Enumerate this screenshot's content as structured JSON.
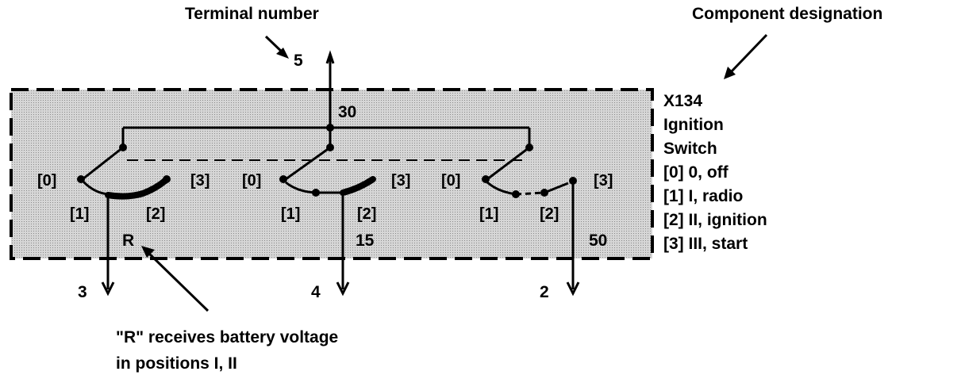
{
  "annotations": {
    "terminal_number": "Terminal number",
    "component_designation": "Component designation",
    "r_note_line1": "\"R\" receives battery voltage",
    "r_note_line2": "in positions I, II"
  },
  "component": {
    "id": "X134",
    "name_line1": "Ignition",
    "name_line2": "Switch"
  },
  "legend": [
    "[0] 0, off",
    "[1] I, radio",
    "[2] II, ignition",
    "[3] III, start"
  ],
  "terminals": {
    "top_pin": "5",
    "top_terminal": "30",
    "pin_3": "3",
    "pin_4": "4",
    "pin_2": "2",
    "terminal_r": "R",
    "terminal_15": "15",
    "terminal_50": "50"
  },
  "positions": {
    "p0": "[0]",
    "p1": "[1]",
    "p2": "[2]",
    "p3": "[3]"
  },
  "colors": {
    "box_fill": "#c9c9c9",
    "ink": "#000000"
  }
}
